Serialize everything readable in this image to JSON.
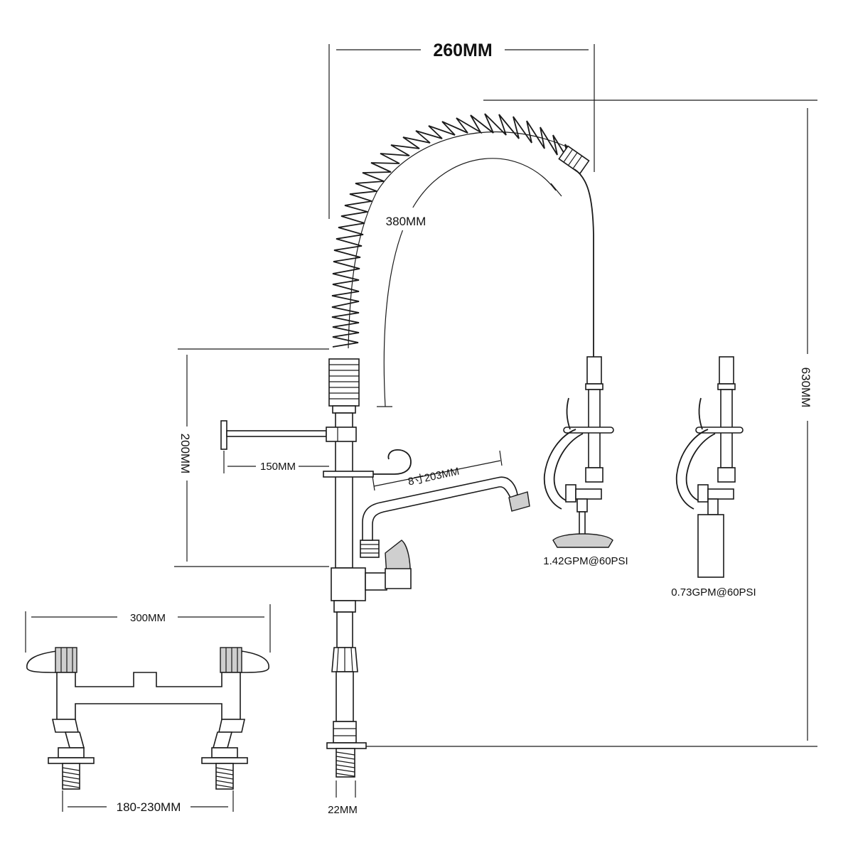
{
  "dimensions": {
    "top_width": "260MM",
    "hose_length": "380MM",
    "total_height": "630MM",
    "faucet_height": "200MM",
    "wall_bracket": "150MM",
    "spout_length": "8寸203MM",
    "deck_width": "300MM",
    "deck_centers": "180-230MM",
    "shank": "22MM"
  },
  "flow_rates": {
    "standard_head": "1.42GPM@60PSI",
    "low_flow_head": "0.73GPM@60PSI"
  },
  "colors": {
    "line": "#1a1a1a",
    "fill_light": "#ffffff",
    "fill_dark": "#cfcfcf"
  }
}
